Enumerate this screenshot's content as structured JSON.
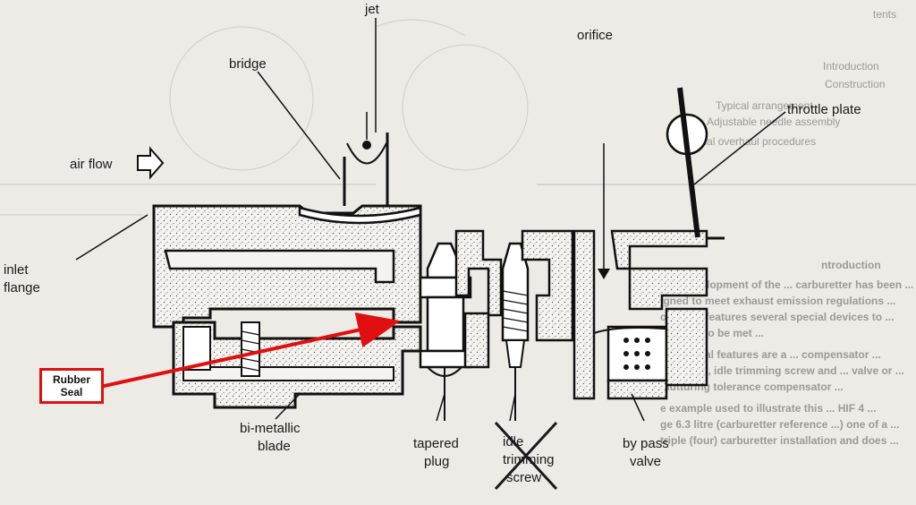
{
  "labels": {
    "jet": "jet",
    "bridge": "bridge",
    "air_flow": "air flow",
    "inlet_1": "inlet",
    "inlet_2": "flange",
    "orifice": "orifice",
    "throttle_plate": "throttle plate",
    "bimetallic_1": "bi-metallic",
    "bimetallic_2": "blade",
    "tapered_1": "tapered",
    "tapered_2": "plug",
    "idle_1": "idle",
    "idle_2": "trimming",
    "idle_3": "screw",
    "bypass_1": "by pass",
    "bypass_2": "valve"
  },
  "callout": {
    "line1": "Rubber",
    "line2": "Seal",
    "color": "#e01010"
  },
  "background_text": {
    "contents_heading": "tents",
    "contents_items": [
      "Introduction",
      "Construction",
      "Typical arrangement",
      "Adjustable needle assembly",
      "Special overhaul procedures"
    ],
    "section_heading": "ntroduction",
    "body_lines": [
      "The development of the ... carburetter has been ...",
      "igned to meet exhaust emission regulations ...",
      "ordingly features several special devices to ...",
      "ulations to be met ...",
      "e principal features are a ... compensator ...",
      "ass valve, idle trimming screw and ... valve or ...",
      "mutturing tolerance compensator ...",
      "e example used to illustrate this ... HIF 4 ...",
      "ge 6.3 litre (carburetter reference ...) one of a ...",
      "triple (four) carburetter installation and does ..."
    ]
  },
  "cross_mark_color": "#1a1a1a"
}
